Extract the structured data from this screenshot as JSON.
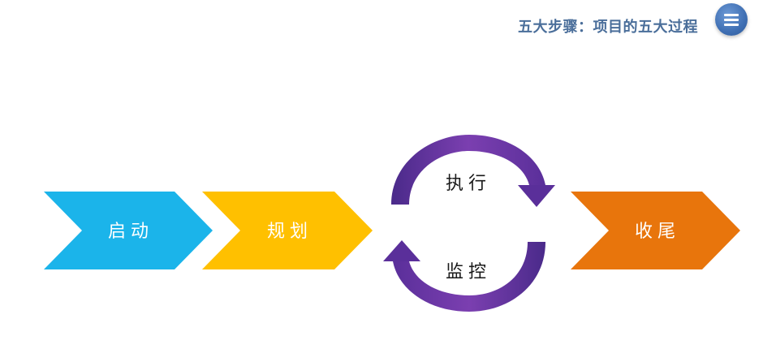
{
  "header": {
    "title": "五大步骤：项目的五大过程",
    "menu_icon": "menu-icon"
  },
  "steps": {
    "initiate": {
      "label": "启动",
      "color": "#1bb4ea"
    },
    "plan": {
      "label": "规划",
      "color": "#ffc000"
    },
    "execute": {
      "label": "执行",
      "color": "#6b2c91"
    },
    "monitor": {
      "label": "监控",
      "color": "#6b2c91"
    },
    "close": {
      "label": "收尾",
      "color": "#e8750c"
    }
  }
}
